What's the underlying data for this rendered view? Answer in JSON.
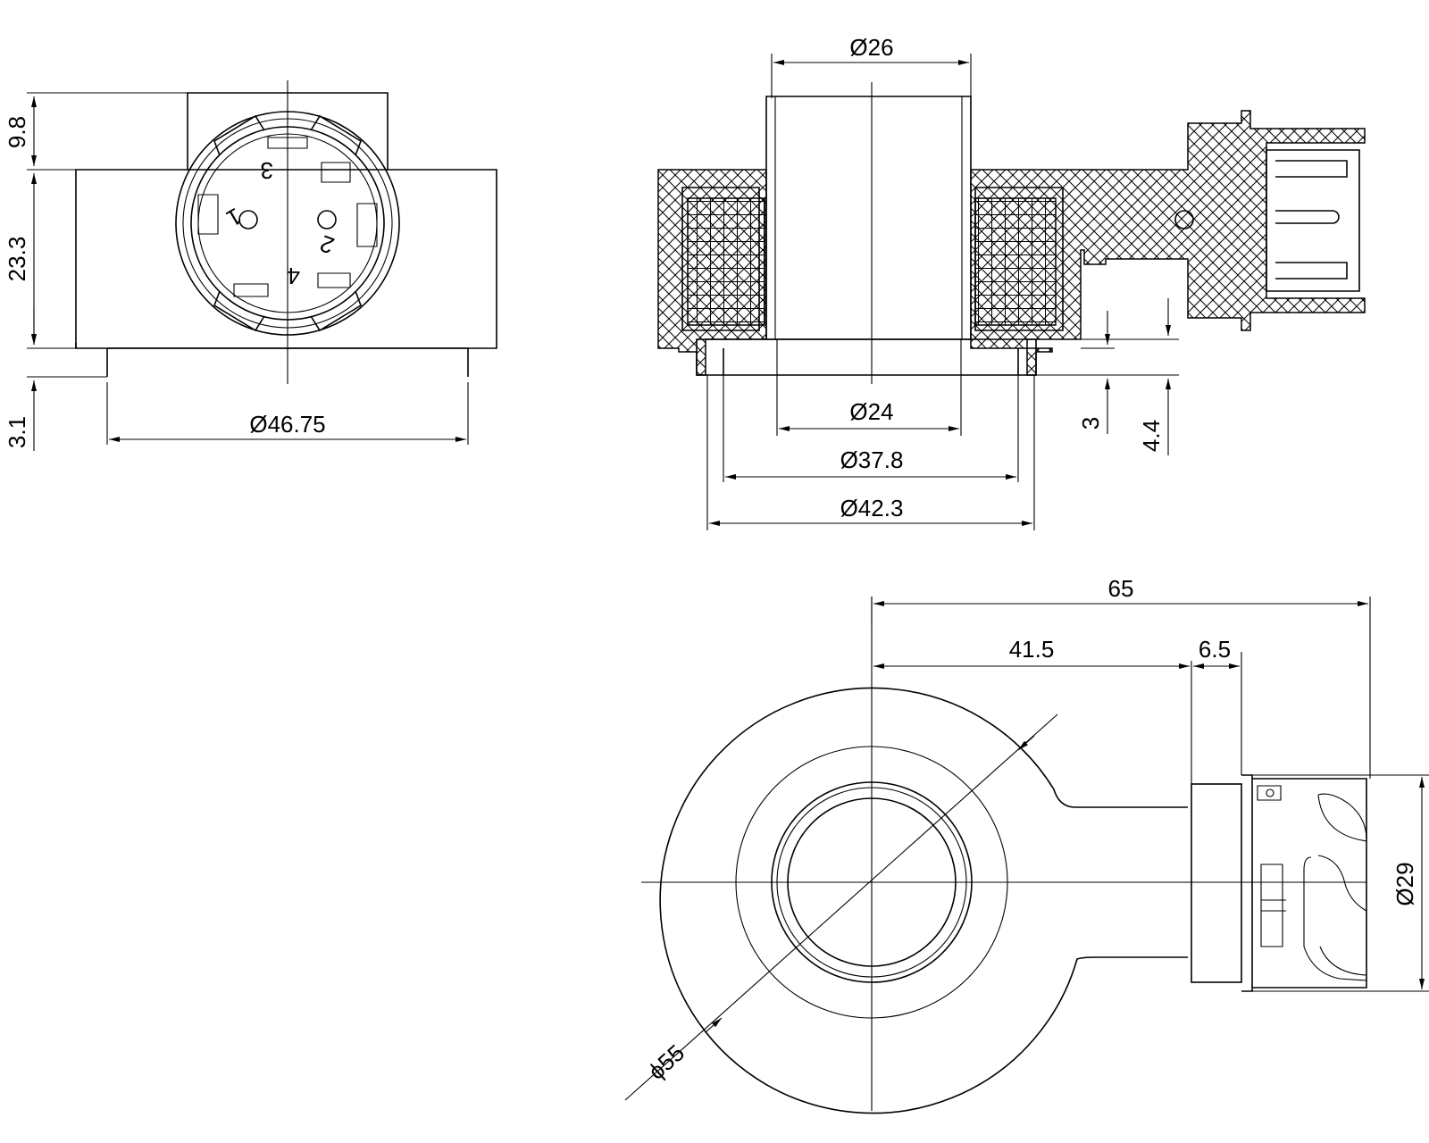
{
  "views": {
    "end_view": {
      "dims": {
        "d_outer": "Ø46.75",
        "h_top": "9.8",
        "h_body": "23.3",
        "h_base": "3.1"
      },
      "pin_labels": [
        "1",
        "2",
        "3",
        "4"
      ]
    },
    "section_view": {
      "dims": {
        "d_top": "Ø26",
        "d_bore": "Ø24",
        "d_step1": "Ø37.8",
        "d_step2": "Ø42.3",
        "h_step": "3",
        "h_total_step": "4.4"
      }
    },
    "plan_view": {
      "dims": {
        "len_total": "65",
        "len_center": "41.5",
        "len_flange": "6.5",
        "d_coil": "ϕ55",
        "d_plug": "Ø29"
      }
    }
  }
}
